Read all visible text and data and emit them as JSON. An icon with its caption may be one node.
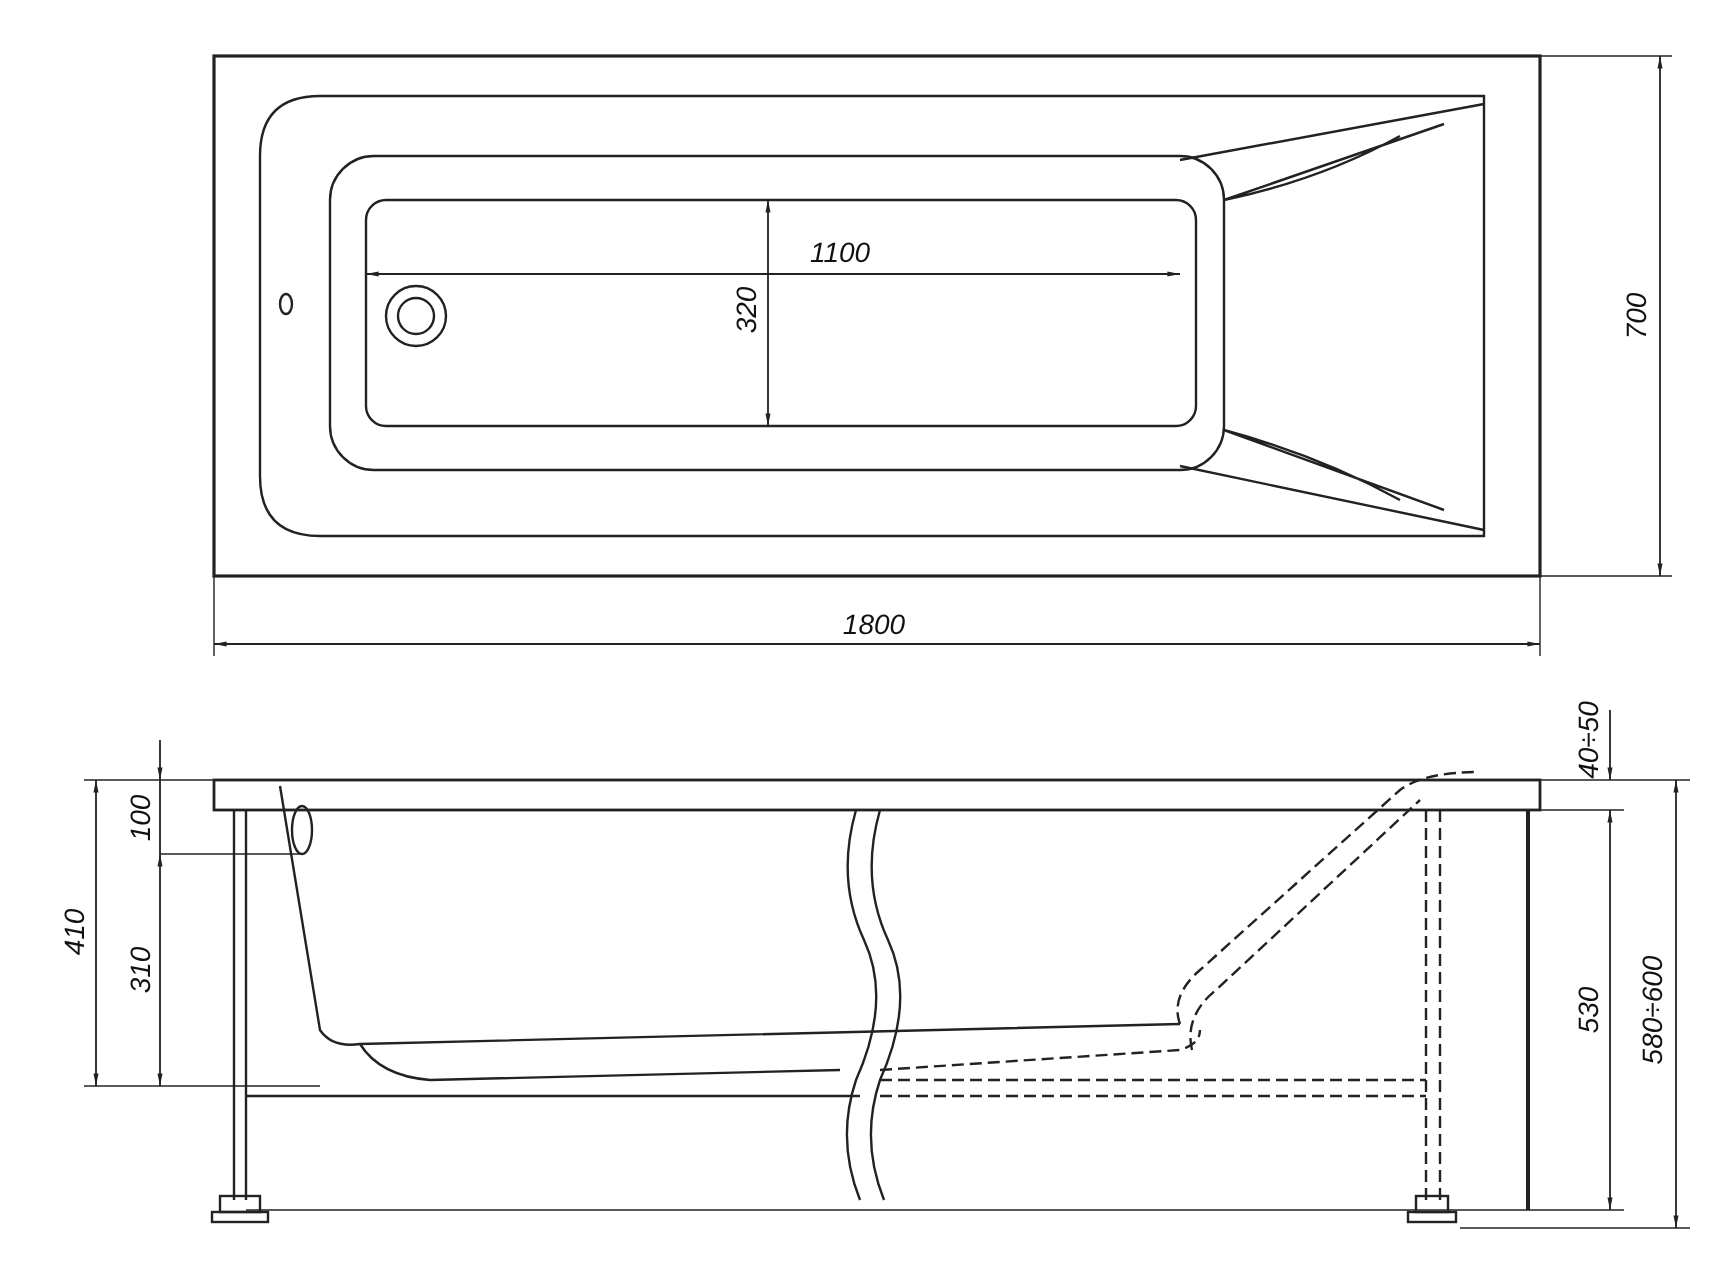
{
  "diagram": {
    "labels": [
      "1100",
      "320",
      "700",
      "1800",
      "40÷50",
      "100",
      "410",
      "310",
      "530",
      "580÷600"
    ]
  }
}
